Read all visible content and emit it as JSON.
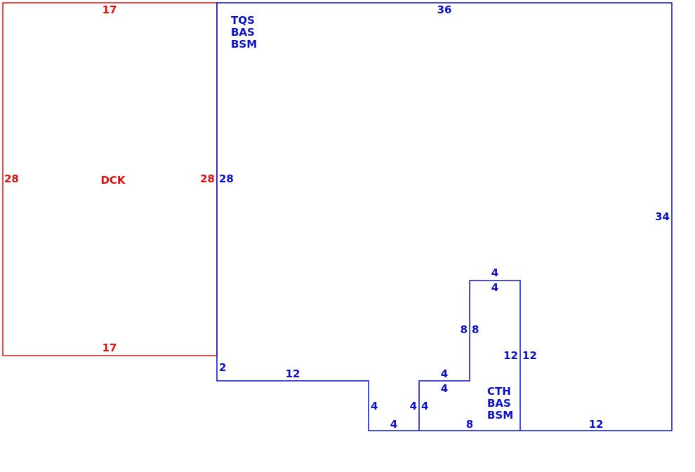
{
  "colors": {
    "deck": "#e01010",
    "house": "#0a10c8",
    "background": "#ffffff"
  },
  "deck": {
    "area_label": "DCK",
    "dims": {
      "top": "17",
      "bottom": "17",
      "left": "28",
      "right": "28"
    }
  },
  "house": {
    "area_codes_main": [
      "TQS",
      "BAS",
      "BSM"
    ],
    "area_codes_sub": [
      "CTH",
      "BAS",
      "BSM"
    ],
    "dims": {
      "top": "36",
      "right": "34",
      "left": "28",
      "left_step": "2",
      "bottom_left": "12",
      "notch_left": "4",
      "notch_bottom": "4",
      "notch_right_outer": "4",
      "notch_right_inner": "4",
      "step_top_outer": "4",
      "step_top_inner": "4",
      "chimney_left_outer": "8",
      "chimney_left_inner": "8",
      "chimney_top_outer": "4",
      "chimney_top_inner": "4",
      "chimney_right_inner": "12",
      "chimney_right_outer": "12",
      "bottom_mid": "8",
      "bottom_right": "12"
    }
  }
}
